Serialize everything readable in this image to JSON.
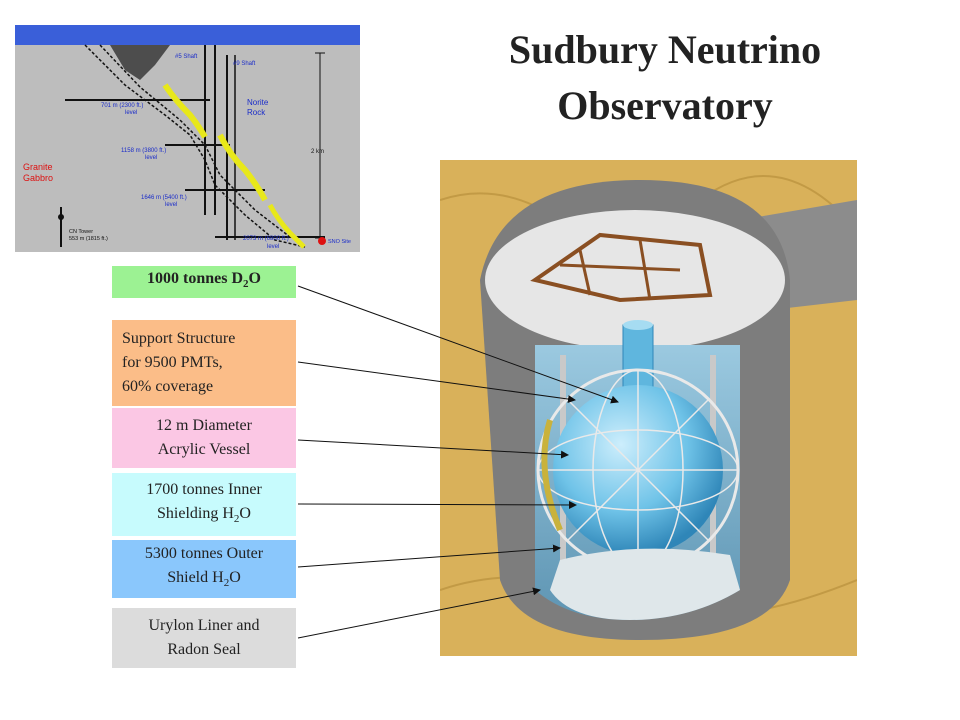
{
  "title": {
    "line1": "Sudbury Neutrino",
    "line2": "Observatory"
  },
  "mine_diagram": {
    "shaft_left": "#5 Shaft",
    "shaft_right": "#9 Shaft",
    "level1": "701 m (2300 ft.)",
    "level1b": "level",
    "level2": "1158 m (3800 ft.)",
    "level2b": "level",
    "level3": "1646 m (5400 ft.)",
    "level3b": "level",
    "level4": "2073 m (6800 ft.)",
    "level4b": "level",
    "norite1": "Norite",
    "norite2": "Rock",
    "granite1": "Granite",
    "granite2": "Gabbro",
    "depth": "2 km",
    "tower1": "CN Tower",
    "tower2": "553 m (1815 ft.)",
    "sno_site": "SNO Site"
  },
  "labels": {
    "d2o": {
      "prefix": "1000 tonnes D",
      "sub": "2",
      "suffix": "O"
    },
    "support": {
      "line1": "Support Structure",
      "line2": "for 9500 PMTs,",
      "line3": "60% coverage"
    },
    "vessel": {
      "line1": "12 m Diameter",
      "line2": "Acrylic Vessel"
    },
    "inner": {
      "line1": "1700 tonnes  Inner",
      "line2": "Shielding H",
      "sub": "2",
      "suffix": "O"
    },
    "outer": {
      "line1": "5300 tonnes Outer",
      "line2": "Shield H",
      "sub": "2",
      "suffix": "O"
    },
    "liner": {
      "line1": "Urylon Liner and",
      "line2": "Radon Seal"
    }
  },
  "colors": {
    "d2o_box": "#9cf293",
    "support_box": "#fbbd88",
    "vessel_box": "#fbc7e4",
    "inner_box": "#c7fbfd",
    "outer_box": "#8ac7fc",
    "liner_box": "#dcdcdc",
    "rock": "#d9b15a",
    "water": "#6fc3e8"
  }
}
